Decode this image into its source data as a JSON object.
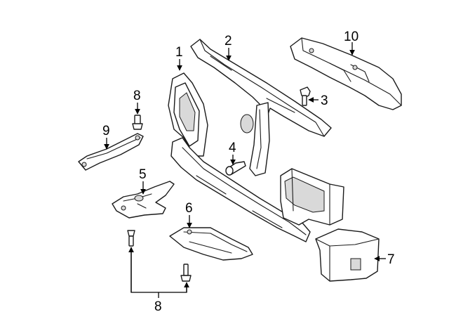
{
  "callouts": {
    "c1": "1",
    "c2": "2",
    "c3": "3",
    "c4": "4",
    "c5": "5",
    "c6": "6",
    "c7": "7",
    "c8_top": "8",
    "c8_bottom": "8",
    "c9": "9",
    "c10": "10"
  }
}
